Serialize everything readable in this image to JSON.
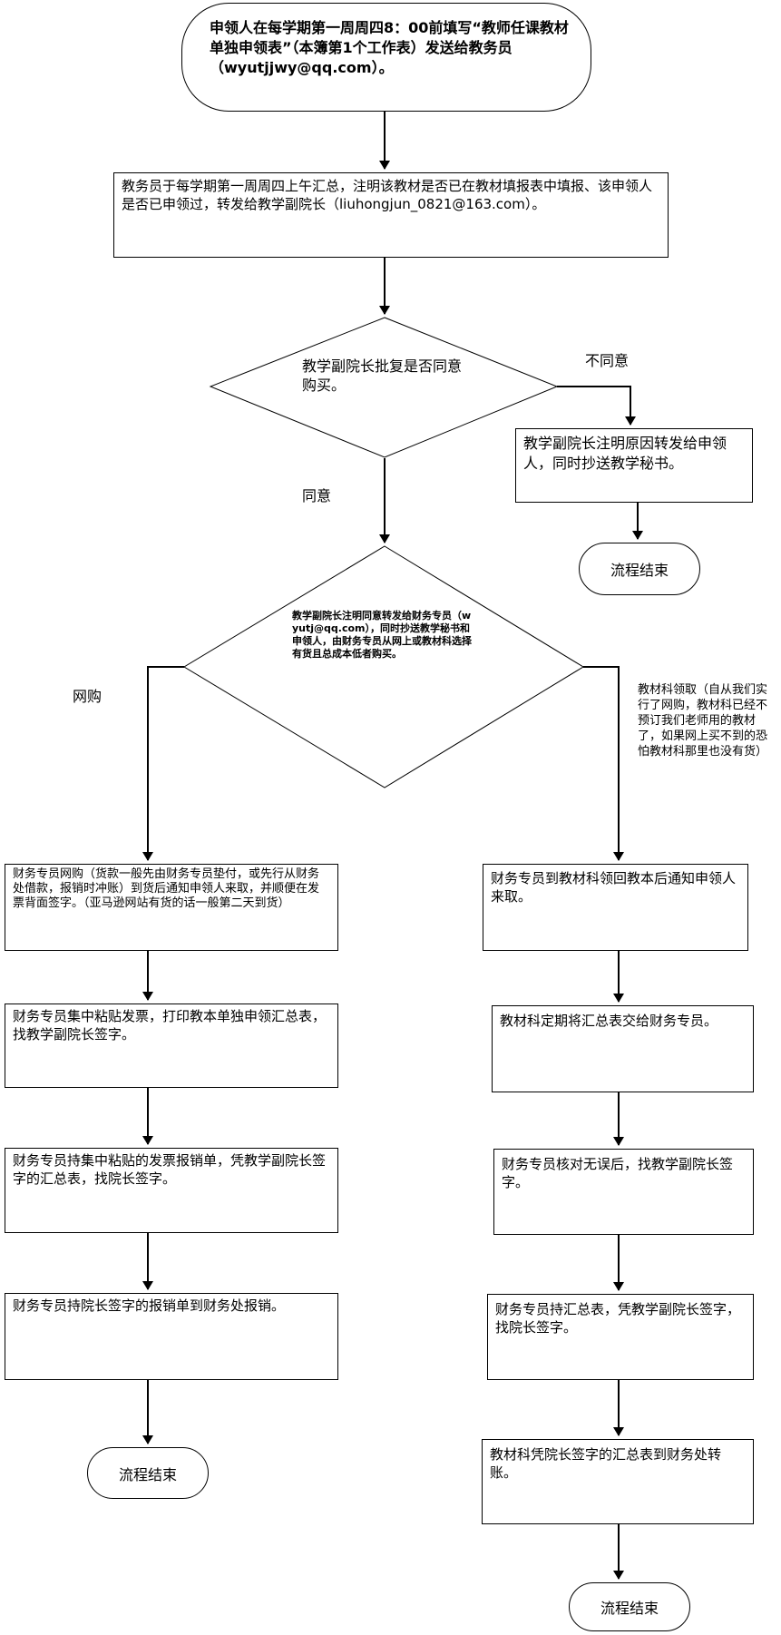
{
  "start": "申领人在每学期第一周周四8：00前填写“教师任课教材单独申领表”（本簿第1个工作表）发送给教务员（wyutjjwy@qq.com）。",
  "step1": "教务员于每学期第一周周四上午汇总，注明该教材是否已在教材填报表中填报、该申领人是否已申领过，转发给教学副院长（liuhongjun_0821@163.com）。",
  "decision1": "教学副院长批复是否同意购买。",
  "label_disagree": "不同意",
  "label_agree": "同意",
  "reject_box": "教学副院长注明原因转发给申领人，同时抄送教学秘书。",
  "end_reject": "流程结束",
  "decision2": "教学副院长注明同意转发给财务专员（wyutj@qq.com），同时抄送教学秘书和申领人，由财务专员从网上或教材科选择有货且总成本低者购买。",
  "label_online": "网购",
  "label_office": "教材科领取（自从我们实行了网购，教材科已经不预订我们老师用的教材了，如果网上买不到的恐怕教材科那里也没有货）",
  "left_steps": [
    "财务专员网购（货款一般先由财务专员垫付，或先行从财务处借款，报销时冲账）到货后通知申领人来取，并顺便在发票背面签字。（亚马逊网站有货的话一般第二天到货）",
    "财务专员集中粘贴发票，打印教本单独申领汇总表，找教学副院长签字。",
    "财务专员持集中粘贴的发票报销单，凭教学副院长签字的汇总表，找院长签字。",
    "财务专员持院长签字的报销单到财务处报销。"
  ],
  "end_left": "流程结束",
  "right_steps": [
    "财务专员到教材科领回教本后通知申领人来取。",
    "教材科定期将汇总表交给财务专员。",
    "财务专员核对无误后，找教学副院长签字。",
    "财务专员持汇总表，凭教学副院长签字，找院长签字。",
    "教材科凭院长签字的汇总表到财务处转账。"
  ],
  "end_right": "流程结束"
}
